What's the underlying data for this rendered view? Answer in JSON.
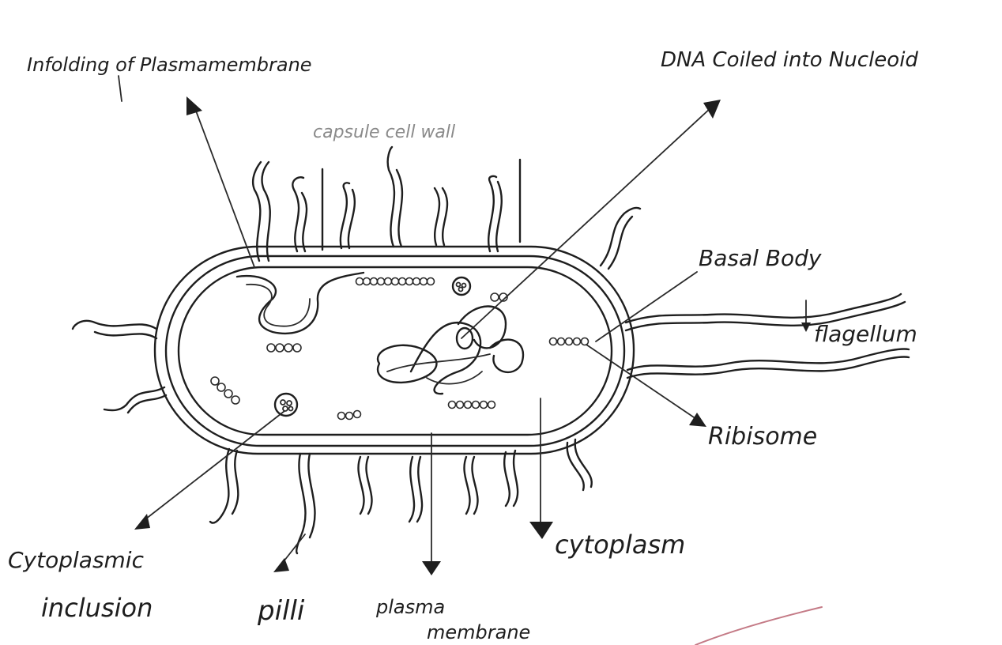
{
  "labels": {
    "infolding": "Infolding of Plasmamembrane",
    "dna": "DNA Coiled into Nucleoid",
    "capsule": "capsule cell wall",
    "basal_body": "Basal Body",
    "flagellum": "flagellum",
    "ribosome": "Ribisome",
    "cytoplasm": "cytoplasm",
    "cytoplasmic_inclusion_line1": "Cytoplasmic",
    "cytoplasmic_inclusion_line2": "inclusion",
    "pilli": "pilli",
    "plasma_membrane_line1": "plasma",
    "plasma_membrane_line2": "membrane"
  },
  "colors": {
    "ink": "#1e1e1e",
    "faint_ink": "#8a8a8a",
    "pen_mark": "#c47a86",
    "background": "#ffffff"
  }
}
